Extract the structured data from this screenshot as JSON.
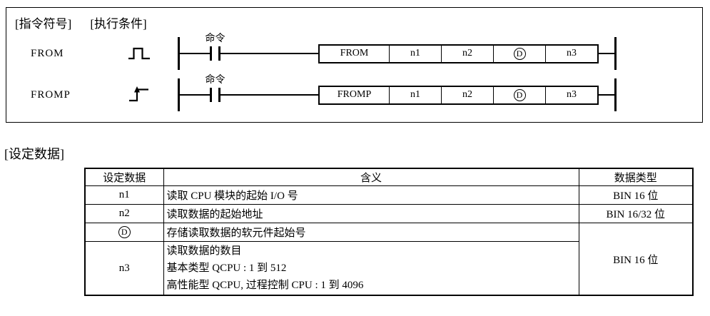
{
  "panel": {
    "instruction_symbol_label": "[指令符号]",
    "execution_condition_label": "[执行条件]",
    "rows": [
      {
        "name": "FROM",
        "condition_icon": "pulse-waveform",
        "command_label": "命令",
        "box": {
          "mnemonic": "FROM",
          "op1": "n1",
          "op2": "n2",
          "op3": "D",
          "op4": "n3"
        }
      },
      {
        "name": "FROMP",
        "condition_icon": "rising-edge",
        "command_label": "命令",
        "box": {
          "mnemonic": "FROMP",
          "op1": "n1",
          "op2": "n2",
          "op3": "D",
          "op4": "n3"
        }
      }
    ]
  },
  "setting_section": {
    "heading": "[设定数据]",
    "table": {
      "headers": [
        "设定数据",
        "含义",
        "数据类型"
      ],
      "rows": [
        {
          "name": "n1",
          "meaning": "读取 CPU 模块的起始 I/O 号",
          "data_type": "BIN 16 位"
        },
        {
          "name": "n2",
          "meaning": "读取数据的起始地址",
          "data_type": "BIN 16/32 位"
        },
        {
          "name": "D",
          "meaning": "存储读取数据的软元件起始号",
          "data_type": "BIN 16 位"
        },
        {
          "name": "n3",
          "meaning_lines": [
            "读取数据的数目",
            "基本类型 QCPU : 1 到 512",
            "高性能型 QCPU, 过程控制 CPU : 1 到 4096"
          ]
        }
      ]
    }
  },
  "colors": {
    "ink": "#000000",
    "background": "#ffffff"
  }
}
